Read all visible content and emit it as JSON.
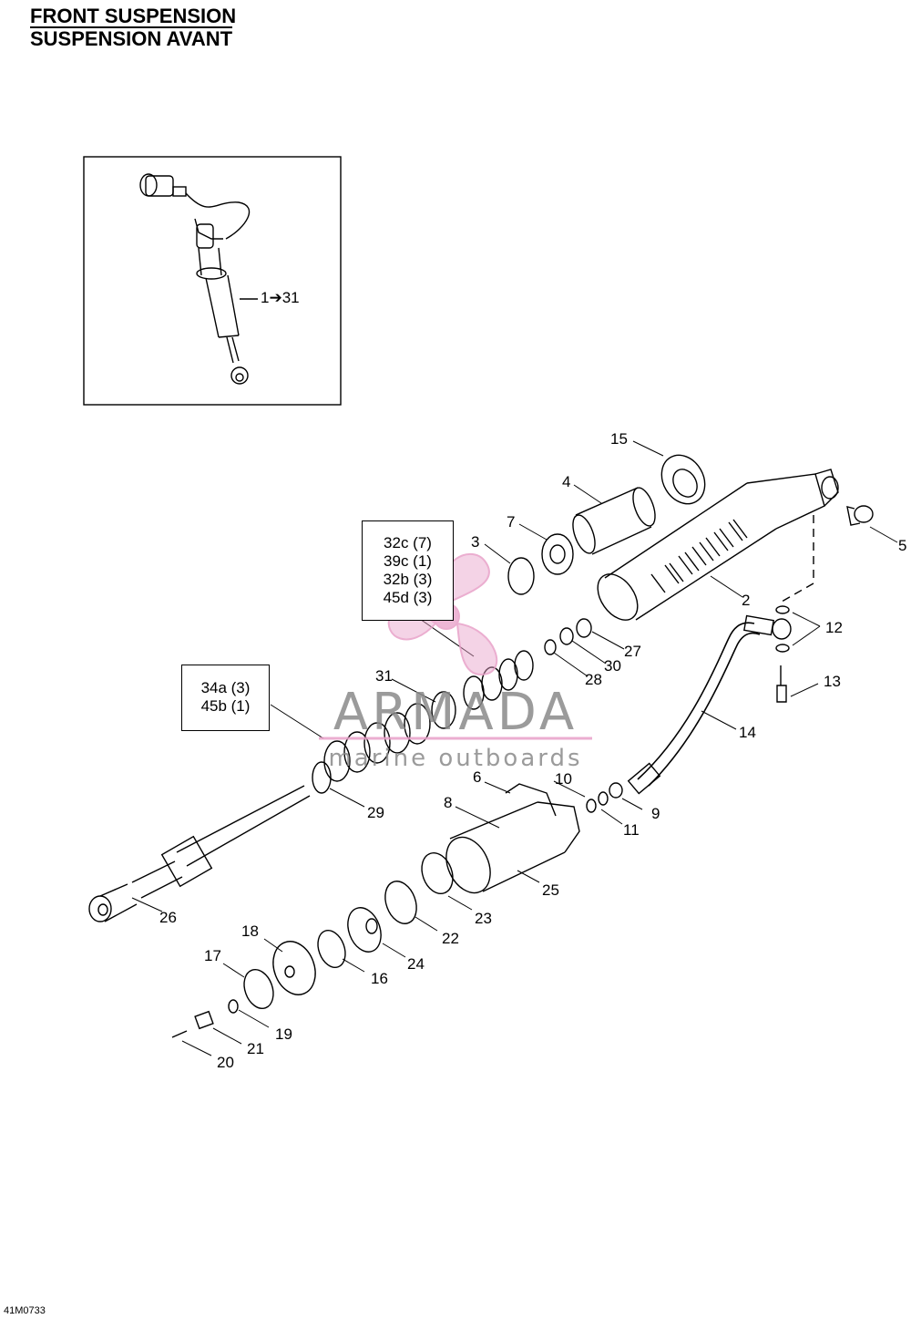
{
  "header": {
    "title_en": "FRONT SUSPENSION",
    "title_fr": "SUSPENSION AVANT"
  },
  "inset": {
    "label": "1➔31"
  },
  "kit_boxes": [
    {
      "lines": [
        "32c (7)",
        "39c (1)",
        "32b (3)",
        "45d (3)"
      ]
    },
    {
      "lines": [
        "34a (3)",
        "45b (1)"
      ]
    }
  ],
  "part_labels": {
    "p2": "2",
    "p3": "3",
    "p4": "4",
    "p5": "5",
    "p6": "6",
    "p7": "7",
    "p8": "8",
    "p9": "9",
    "p10": "10",
    "p11": "11",
    "p12": "12",
    "p13": "13",
    "p14": "14",
    "p15": "15",
    "p16": "16",
    "p17": "17",
    "p18": "18",
    "p19": "19",
    "p20": "20",
    "p21": "21",
    "p22": "22",
    "p23": "23",
    "p24": "24",
    "p25": "25",
    "p26": "26",
    "p27": "27",
    "p28": "28",
    "p29": "29",
    "p30": "30",
    "p31": "31"
  },
  "watermark": {
    "brand": "ARMADA",
    "tagline": "marine outboards",
    "color_grey": "#8a8a8a",
    "color_pink": "#e8a0c8"
  },
  "footer": {
    "diagram_code": "41M0733"
  }
}
